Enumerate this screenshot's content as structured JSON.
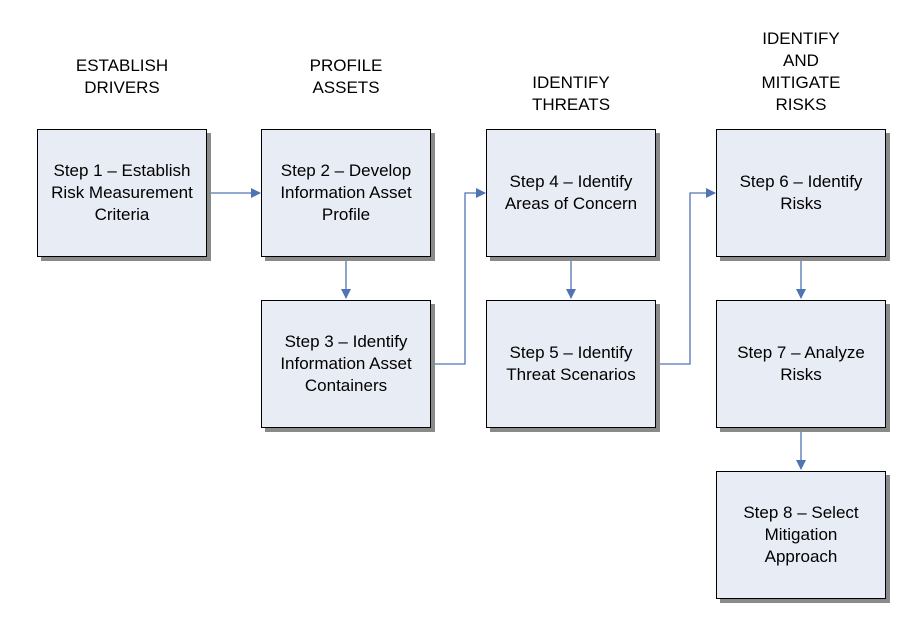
{
  "phases": [
    {
      "id": "establish-drivers",
      "label": "ESTABLISH\nDRIVERS"
    },
    {
      "id": "profile-assets",
      "label": "PROFILE\nASSETS"
    },
    {
      "id": "identify-threats",
      "label": "IDENTIFY\nTHREATS"
    },
    {
      "id": "identify-mitigate-risks",
      "label": "IDENTIFY\nAND\nMITIGATE\nRISKS"
    }
  ],
  "steps": [
    {
      "id": "step1",
      "label": "Step 1 – Establish\nRisk Measurement\nCriteria"
    },
    {
      "id": "step2",
      "label": "Step 2 – Develop\nInformation Asset\nProfile"
    },
    {
      "id": "step3",
      "label": "Step 3 – Identify\nInformation Asset\nContainers"
    },
    {
      "id": "step4",
      "label": "Step 4 – Identify\nAreas of Concern"
    },
    {
      "id": "step5",
      "label": "Step 5 – Identify\nThreat Scenarios"
    },
    {
      "id": "step6",
      "label": "Step 6 – Identify\nRisks"
    },
    {
      "id": "step7",
      "label": "Step 7 – Analyze\nRisks"
    },
    {
      "id": "step8",
      "label": "Step 8 – Select\nMitigation\nApproach"
    }
  ],
  "colors": {
    "box_fill": "#e8ecf5",
    "arrow": "#4f74b3",
    "shadow": "#8a8a8a"
  }
}
